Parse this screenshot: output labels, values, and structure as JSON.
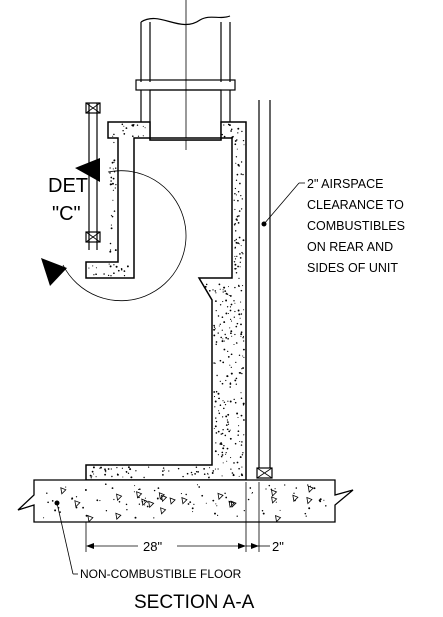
{
  "notes": {
    "airspace": [
      "2\" AIRSPACE",
      "CLEARANCE TO",
      "COMBUSTIBLES",
      "ON REAR AND",
      "SIDES OF UNIT"
    ],
    "floor": "NON-COMBUSTIBLE FLOOR"
  },
  "detail": {
    "line1": "DET",
    "line2": "\"C\""
  },
  "dimensions": {
    "depth": "28\"",
    "gap": "2\""
  },
  "title": "SECTION A-A"
}
